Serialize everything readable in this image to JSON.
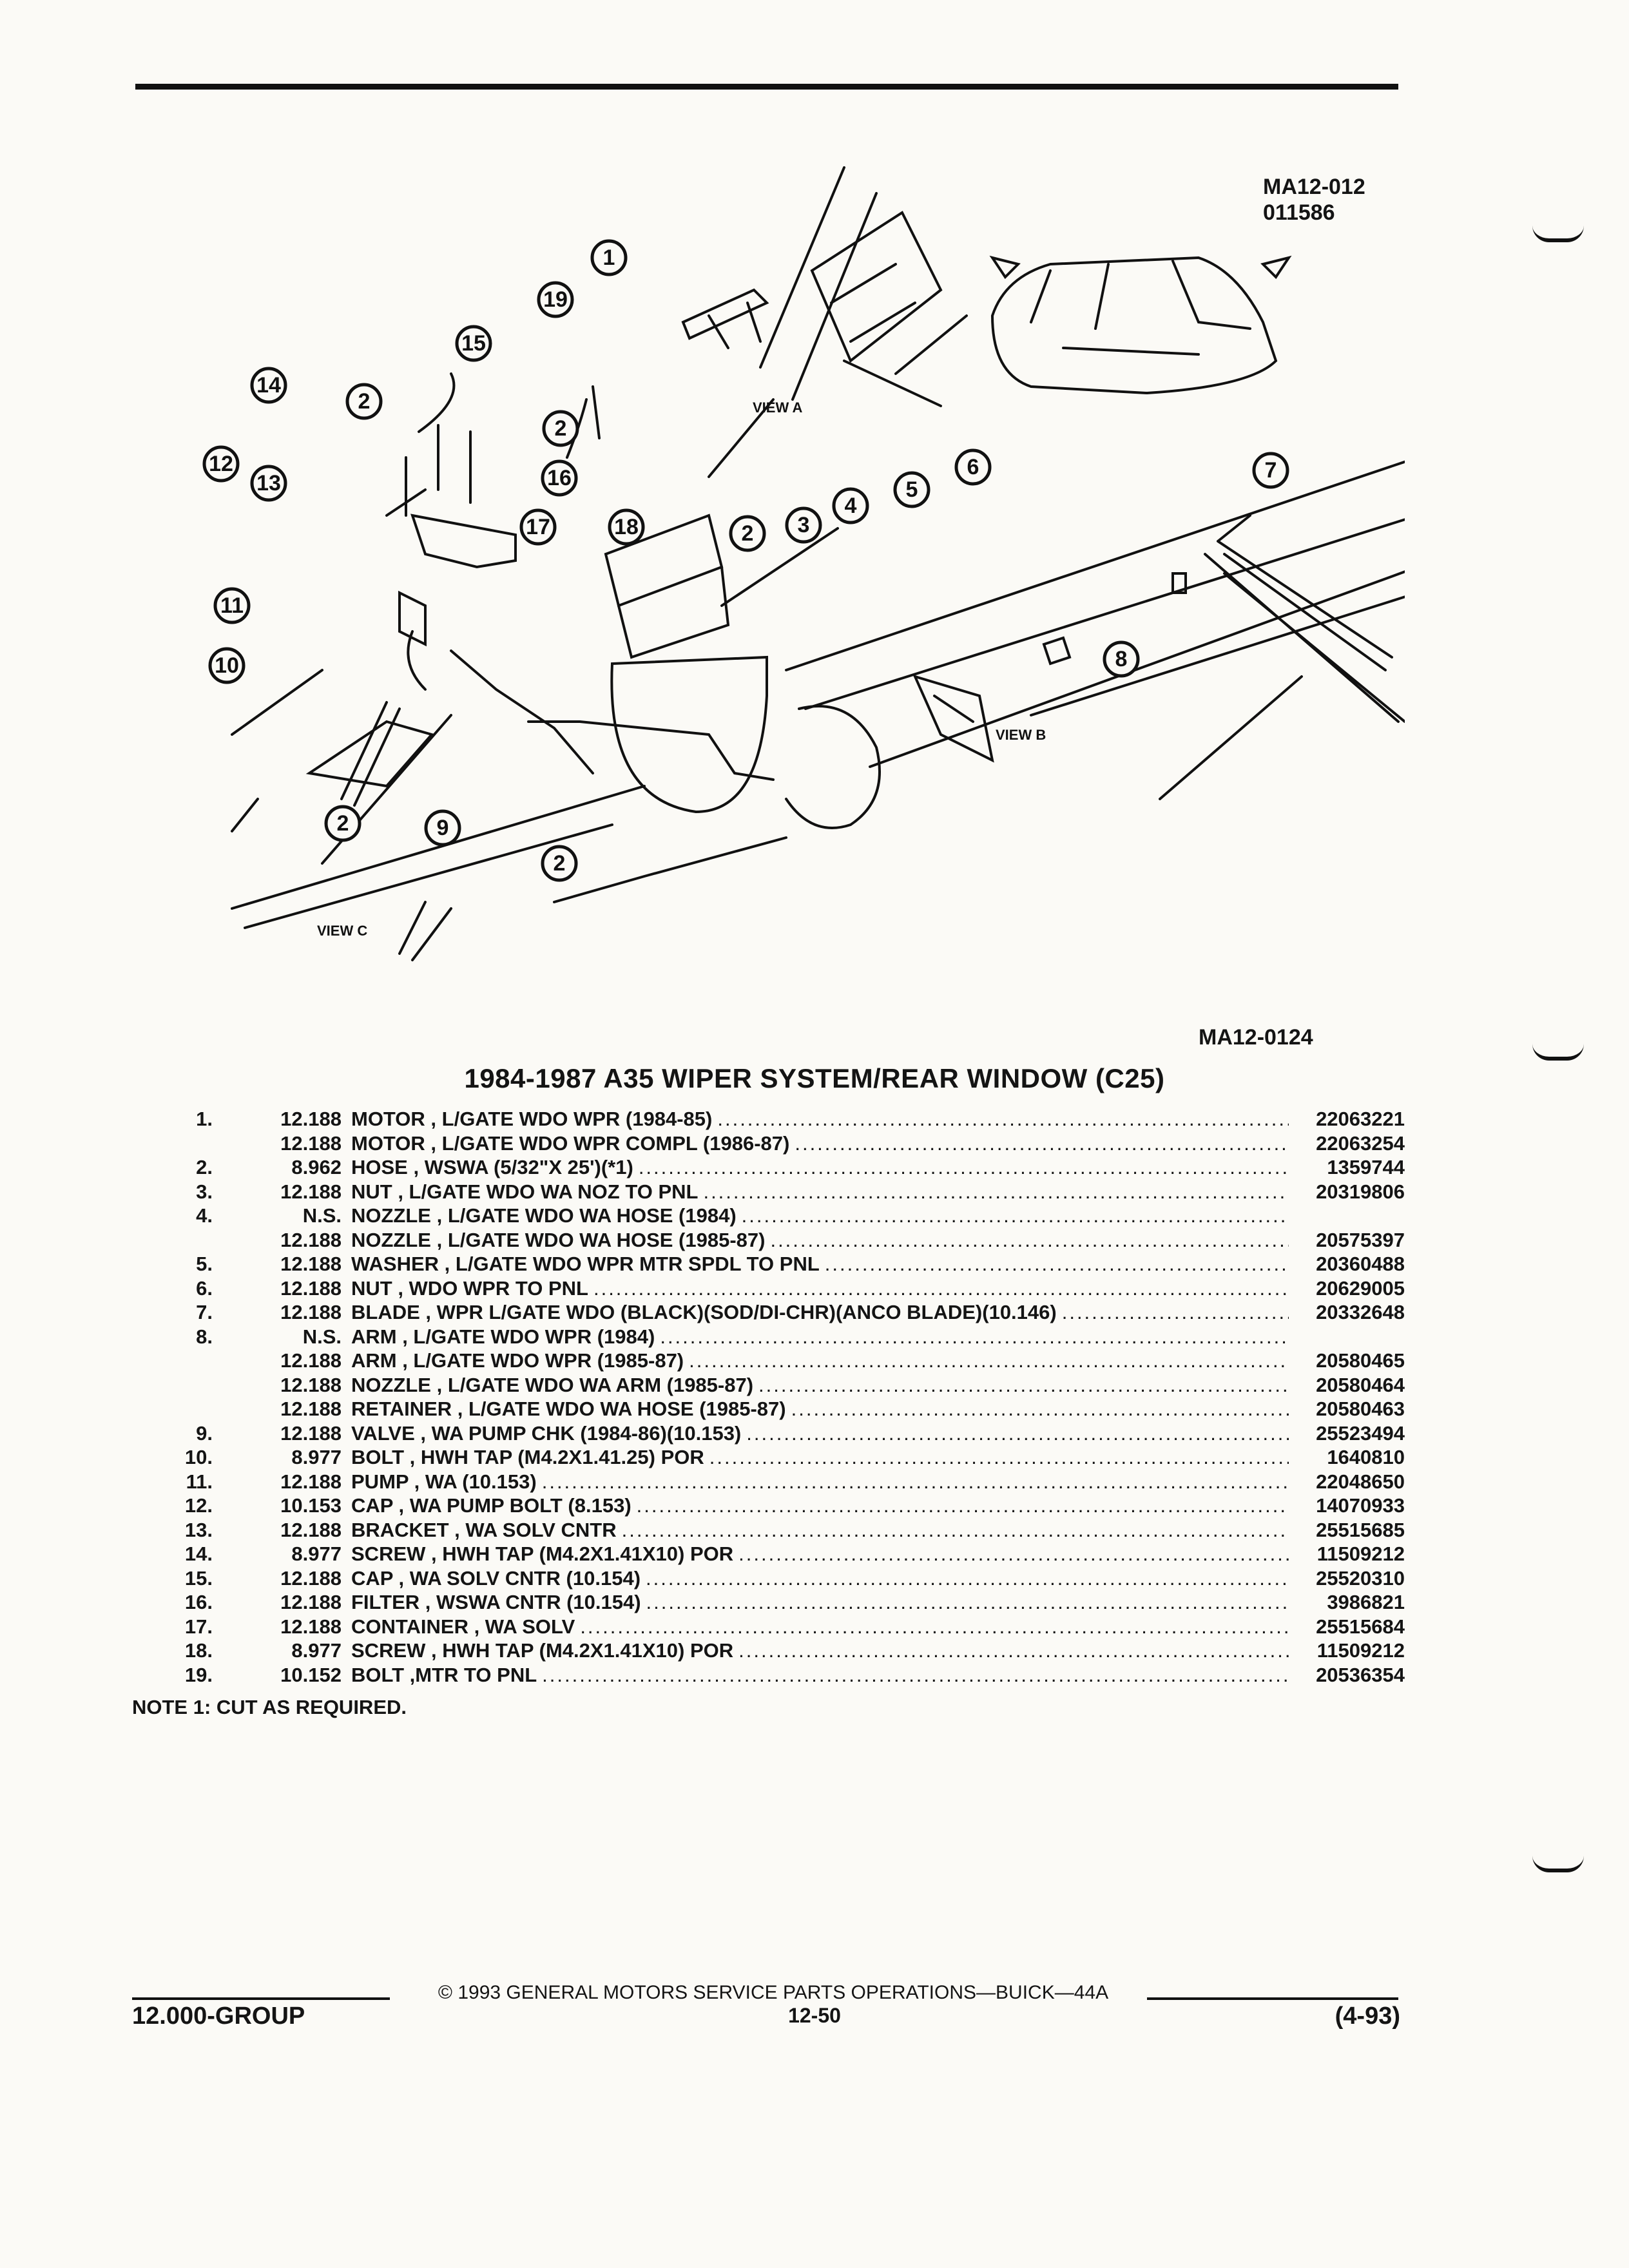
{
  "illustration": {
    "code_top": "MA12-012\n011586",
    "code_bottom": "MA12-0124",
    "callouts": [
      "1",
      "19",
      "15",
      "14",
      "2",
      "12",
      "13",
      "2",
      "16",
      "17",
      "18",
      "11",
      "10",
      "2",
      "9",
      "2",
      "2",
      "3",
      "4",
      "5",
      "6",
      "7",
      "8"
    ],
    "view_labels": {
      "a": "VIEW A",
      "b": "VIEW B",
      "c": "VIEW C"
    }
  },
  "title": "1984-1987 A35 WIPER SYSTEM/REAR WINDOW (C25)",
  "parts": [
    {
      "num": "1.",
      "group": "12.188",
      "name": "MOTOR , L/GATE WDO WPR (1984-85)",
      "part": "22063221"
    },
    {
      "num": "",
      "group": "12.188",
      "name": "MOTOR , L/GATE WDO WPR COMPL (1986-87)",
      "part": "22063254"
    },
    {
      "num": "2.",
      "group": "8.962",
      "name": "HOSE , WSWA (5/32\"X 25')(*1)",
      "part": "1359744"
    },
    {
      "num": "3.",
      "group": "12.188",
      "name": "NUT , L/GATE WDO WA NOZ TO PNL",
      "part": "20319806"
    },
    {
      "num": "4.",
      "group": "N.S.",
      "name": "NOZZLE , L/GATE WDO WA HOSE (1984)",
      "part": ""
    },
    {
      "num": "",
      "group": "12.188",
      "name": "NOZZLE , L/GATE WDO WA HOSE (1985-87)",
      "part": "20575397"
    },
    {
      "num": "5.",
      "group": "12.188",
      "name": "WASHER , L/GATE WDO WPR MTR SPDL TO PNL",
      "part": "20360488"
    },
    {
      "num": "6.",
      "group": "12.188",
      "name": "NUT , WDO WPR TO PNL",
      "part": "20629005"
    },
    {
      "num": "7.",
      "group": "12.188",
      "name": "BLADE , WPR L/GATE WDO (BLACK)(SOD/DI-CHR)(ANCO BLADE)(10.146)",
      "part": "20332648"
    },
    {
      "num": "8.",
      "group": "N.S.",
      "name": "ARM , L/GATE WDO WPR (1984)",
      "part": ""
    },
    {
      "num": "",
      "group": "12.188",
      "name": "ARM , L/GATE WDO WPR (1985-87)",
      "part": "20580465"
    },
    {
      "num": "",
      "group": "12.188",
      "name": "NOZZLE , L/GATE WDO WA ARM (1985-87)",
      "part": "20580464"
    },
    {
      "num": "",
      "group": "12.188",
      "name": "RETAINER , L/GATE WDO WA HOSE (1985-87)",
      "part": "20580463"
    },
    {
      "num": "9.",
      "group": "12.188",
      "name": "VALVE , WA PUMP CHK (1984-86)(10.153)",
      "part": "25523494"
    },
    {
      "num": "10.",
      "group": "8.977",
      "name": "BOLT , HWH TAP (M4.2X1.41.25) POR",
      "part": "1640810"
    },
    {
      "num": "11.",
      "group": "12.188",
      "name": "PUMP , WA (10.153)",
      "part": "22048650"
    },
    {
      "num": "12.",
      "group": "10.153",
      "name": "CAP , WA PUMP BOLT (8.153)",
      "part": "14070933"
    },
    {
      "num": "13.",
      "group": "12.188",
      "name": "BRACKET , WA SOLV CNTR",
      "part": "25515685"
    },
    {
      "num": "14.",
      "group": "8.977",
      "name": "SCREW , HWH TAP (M4.2X1.41X10) POR",
      "part": "11509212"
    },
    {
      "num": "15.",
      "group": "12.188",
      "name": "CAP , WA SOLV CNTR (10.154)",
      "part": "25520310"
    },
    {
      "num": "16.",
      "group": "12.188",
      "name": "FILTER , WSWA CNTR (10.154)",
      "part": "3986821"
    },
    {
      "num": "17.",
      "group": "12.188",
      "name": "CONTAINER , WA SOLV",
      "part": "25515684"
    },
    {
      "num": "18.",
      "group": "8.977",
      "name": "SCREW , HWH TAP (M4.2X1.41X10) POR",
      "part": "11509212"
    },
    {
      "num": "19.",
      "group": "10.152",
      "name": "BOLT ,MTR TO PNL",
      "part": "20536354"
    }
  ],
  "note": "NOTE 1: CUT AS REQUIRED.",
  "footer": {
    "copyright": "© 1993 GENERAL MOTORS SERVICE PARTS OPERATIONS—BUICK—44A",
    "group": "12.000-GROUP",
    "page": "12-50",
    "date_code": "(4-93)"
  }
}
